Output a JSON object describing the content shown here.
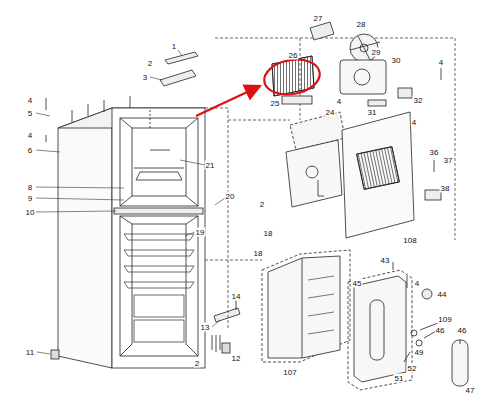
{
  "diagram": {
    "labels": [
      "1",
      "2",
      "3",
      "4",
      "5",
      "4",
      "6",
      "8",
      "9",
      "10",
      "11",
      "21",
      "20",
      "2",
      "19",
      "18",
      "18",
      "14",
      "13",
      "2",
      "12",
      "27",
      "28",
      "29",
      "30",
      "4",
      "26",
      "25",
      "24",
      "4",
      "31",
      "32",
      "4",
      "36",
      "37",
      "38",
      "108",
      "43",
      "45",
      "4",
      "44",
      "109",
      "46",
      "46",
      "49",
      "52",
      "51",
      "47",
      "107"
    ]
  }
}
